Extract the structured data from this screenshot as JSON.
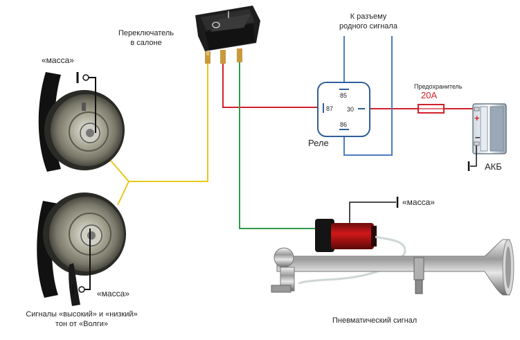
{
  "labels": {
    "switch_line1": "Переключатель",
    "switch_line2": "в салоне",
    "connector_line1": "К разъему",
    "connector_line2": "родного сигнала",
    "relay": "Реле",
    "fuse_title": "Предохранитель",
    "fuse_rating": "20А",
    "battery": "АКБ",
    "ground_top_left": "«масса»",
    "ground_bottom_left": "«масса»",
    "ground_air_horn": "«масса»",
    "horns_line1": "Сигналы «высокий» и «низкий»",
    "horns_line2": "тон от «Волги»",
    "air_horn": "Пневматический  сигнал"
  },
  "relay_pins": {
    "p85": "85",
    "p87": "87",
    "p30": "30",
    "p86": "86"
  },
  "battery_terminals": {
    "plus": "+",
    "minus": "−"
  },
  "colors": {
    "positive_wire": "#d0202a",
    "signal_wire": "#e8c81c",
    "switch_wire": "#2e9a4a",
    "connector_wire": "#4a7cc0",
    "relay_outline": "#2f5f99",
    "ground_wire": "#111111",
    "fuse": "#d0202a"
  }
}
